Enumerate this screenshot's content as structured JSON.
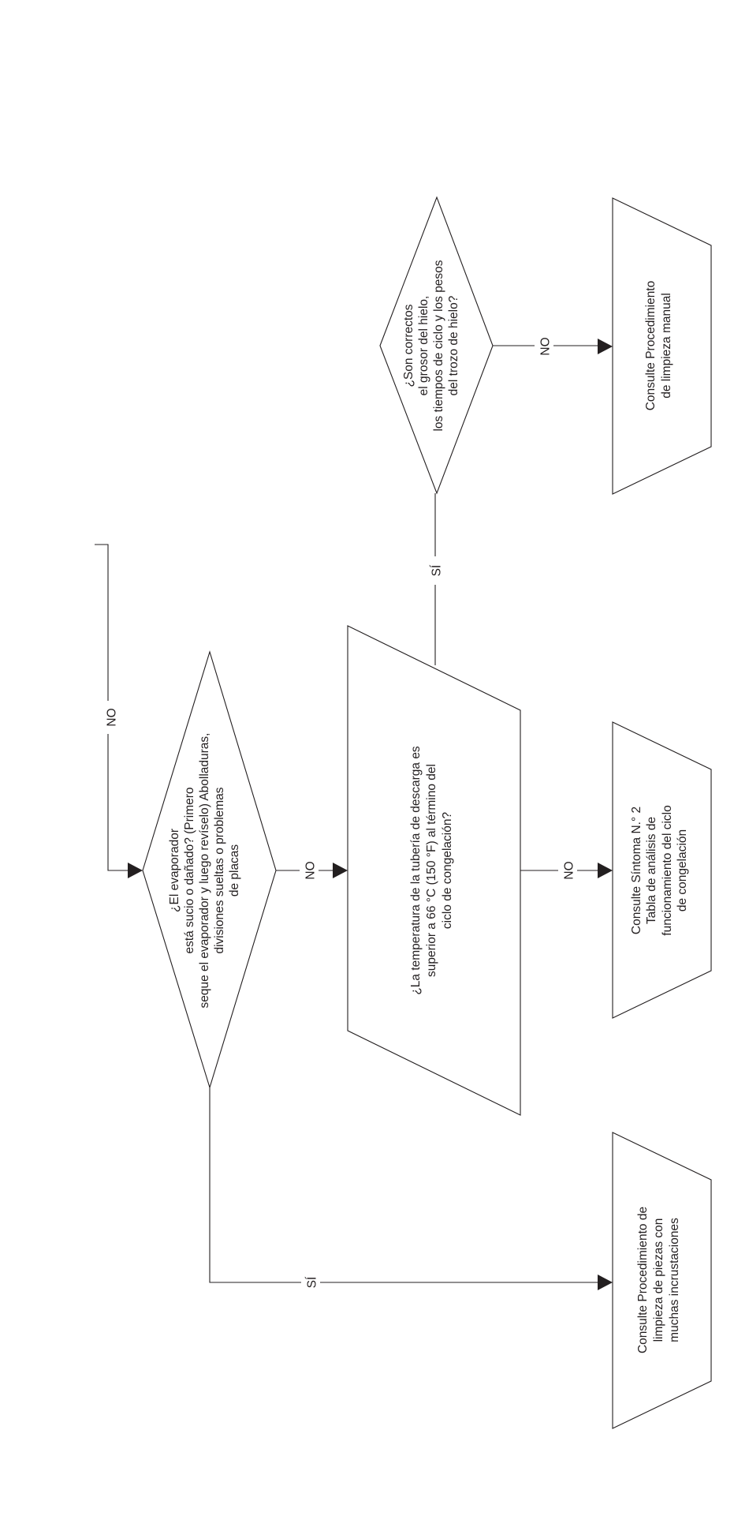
{
  "diagram": {
    "evaporator_question": {
      "lines": [
        "¿El evaporador",
        "está sucio o dañado? (Primero",
        "seque el evaporador y luego revíselo) Abolladuras,",
        "divisiones sueltas o problemas",
        "de placas"
      ]
    },
    "discharge_temp_question": {
      "lines": [
        "¿La temperatura de la tubería de descarga es",
        "superior a 66 °C (150 °F) al término del",
        "ciclo de congelación?"
      ]
    },
    "ice_check_question": {
      "lines": [
        "¿Son correctos",
        "el grosor del hielo,",
        "los tiempos de ciclo y los pesos",
        "del trozo de hielo?"
      ]
    },
    "heavy_scale_cleaning": {
      "lines": [
        "Consulte Procedimiento de",
        "limpieza de piezas con",
        "muchas incrustaciones"
      ]
    },
    "symptom_2": {
      "lines": [
        "Consulte Síntoma N.° 2",
        "Tabla de análisis de",
        "funcionamiento del ciclo",
        "de congelación"
      ]
    },
    "manual_cleaning": {
      "lines": [
        "Consulte Procedimiento",
        "de limpieza manual"
      ]
    },
    "labels": {
      "no_top": "NO",
      "no_evaporator": "NO",
      "si_evaporator": "SÍ",
      "no_temp": "NO",
      "si_temp": "SÍ",
      "no_ice": "NO"
    }
  }
}
